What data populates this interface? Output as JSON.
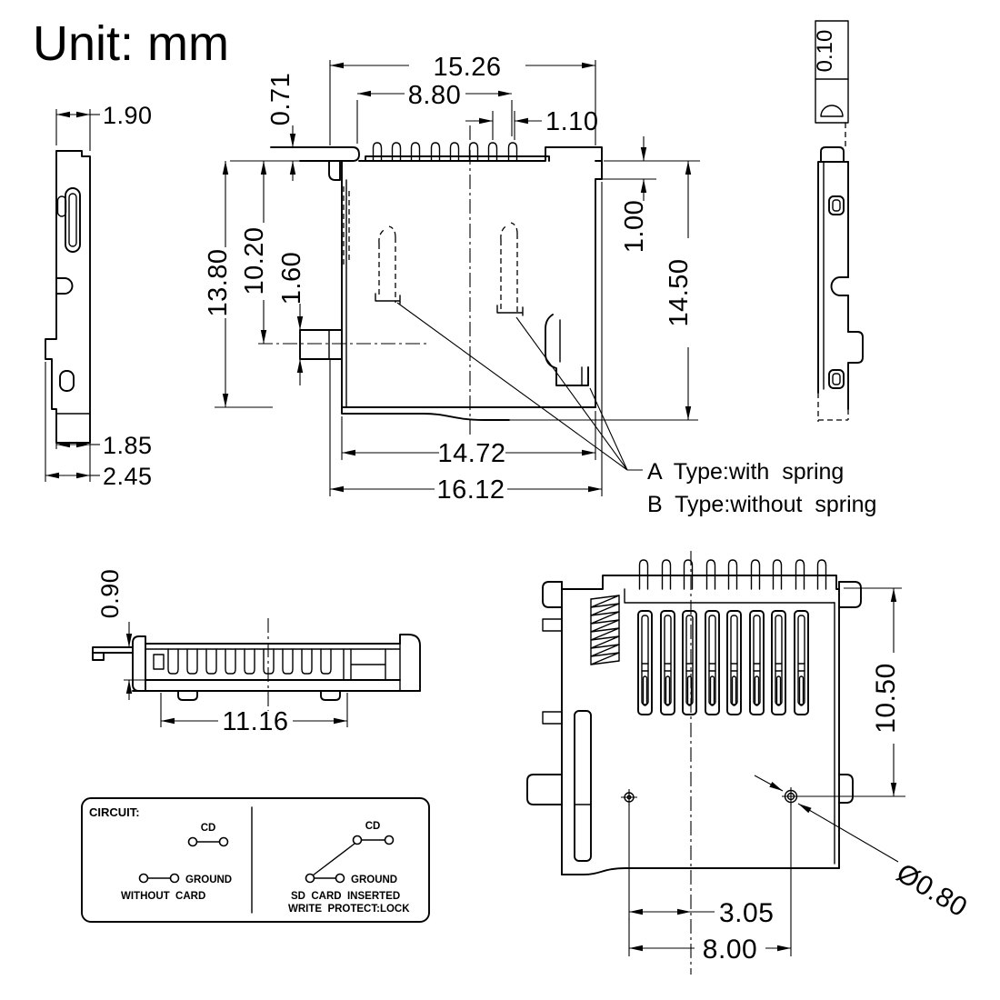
{
  "title": "Unit: mm",
  "front": {
    "overall_width": "15.26",
    "pin_span": "8.80",
    "pin_pitch": "1.10",
    "plate_thickness": "0.71",
    "total_height": "13.80",
    "inner_height": "10.20",
    "step_height": "1.60",
    "right_step": "1.00",
    "right_height": "14.50",
    "body_width": "14.72",
    "flange_width": "16.12",
    "note_a": "A  Type:with  spring",
    "note_b": "B  Type:without  spring"
  },
  "left_view": {
    "top_width": "1.90",
    "foot_width": "1.85",
    "overall_width": "2.45"
  },
  "right_view": {
    "tolerance_value": "0.10"
  },
  "bottom_view": {
    "metal_height": "0.90",
    "width": "11.16"
  },
  "top_view": {
    "depth": "10.50",
    "hole_to_center": "3.05",
    "hole_pitch": "8.00",
    "hole_dia": "Ø0.80"
  },
  "circuit": {
    "heading": "CIRCUIT:",
    "without": {
      "cd": "CD",
      "ground": "GROUND",
      "caption": "WITHOUT  CARD"
    },
    "inserted": {
      "cd": "CD",
      "ground": "GROUND",
      "caption1": "SD  CARD  INSERTED",
      "caption2": "WRITE  PROTECT:LOCK"
    }
  }
}
